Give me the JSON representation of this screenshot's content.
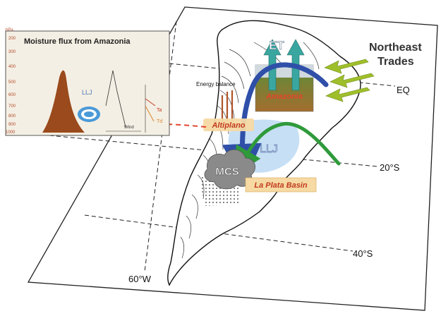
{
  "figure": {
    "labels": {
      "et": "ET",
      "northeast": "Northeast",
      "trades": "Trades",
      "eq": "EQ",
      "lat20": "20°S",
      "lat40": "40°S",
      "lon60": "60°W",
      "energy_balance": "Energy balance",
      "amazonia": "Amazonia",
      "altiplano": "Altiplano",
      "llj": "LLJ",
      "mcs": "MCS",
      "la_plata": "La Plata Basin"
    },
    "inset": {
      "title": "Moisture flux from Amazonia",
      "unit": "hPa",
      "pressure_levels": [
        "200",
        "300",
        "400",
        "500",
        "600",
        "700",
        "800",
        "900",
        "1000"
      ],
      "llj": "LLJ",
      "wind": "Wind",
      "ta": "Ta",
      "td": "Td"
    },
    "colors": {
      "land": "#ffffff",
      "blue_flow": "#2f4fa8",
      "green_flow": "#2f9a3a",
      "trade_arrows": "#9fbf2a",
      "et_arrows": "#3aa6a0",
      "altiplano_bg": "#f6d9a3",
      "altiplano_text": "#c23a1e",
      "mcs_cloud": "#8a8a8a",
      "llj_region": "#bcd9f3",
      "inset_bg": "#f4efe4",
      "profile_fill": "#9a4a1c"
    }
  }
}
